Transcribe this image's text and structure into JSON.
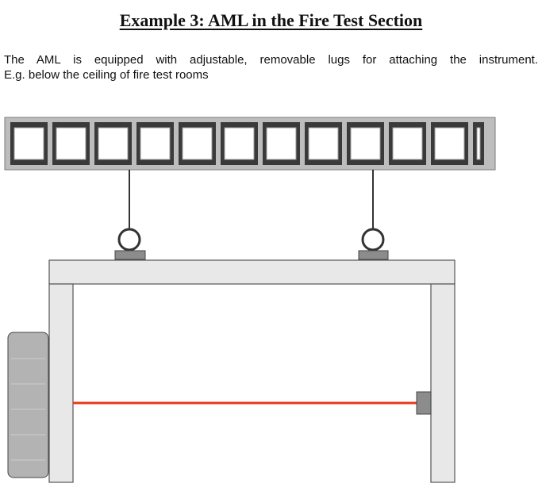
{
  "title": "Example 3: AML in the Fire Test Section",
  "description": {
    "line1": "The AML is equipped with adjustable, removable lugs for attaching the instrument.",
    "line2": "E.g. below the ceiling of fire test rooms"
  },
  "colors": {
    "truss_fill": "#bdbdbd",
    "truss_outline": "#3a3a3a",
    "frame_fill": "#e8e8e8",
    "frame_outline": "#555555",
    "beam": "#e8391d",
    "bracket": "#8c8c8c",
    "hanger_wire": "#333333",
    "side_unit": "#b3b3b3"
  }
}
